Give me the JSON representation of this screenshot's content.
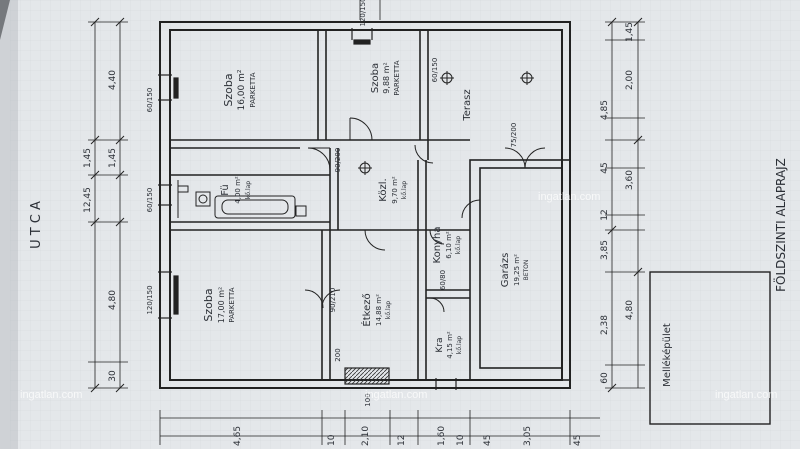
{
  "street_label": "U T C A",
  "plan_title": "FÖLDSZINTI ALAPRAJZ",
  "watermark": "ingatlan.com",
  "rooms": {
    "szoba_top": {
      "name": "Szoba",
      "area": "16,00 m²",
      "floor": "PARKETTA"
    },
    "szoba_small": {
      "name": "Szoba",
      "area": "9,88 m²",
      "floor": "PARKETTA"
    },
    "terasz": {
      "name": "Terasz"
    },
    "furdo": {
      "name": "Fü",
      "area": "4,00 m²",
      "floor": "kő.lap"
    },
    "kozl": {
      "name": "Közl.",
      "area": "9,70 m²",
      "floor": "kő.lap"
    },
    "konyha": {
      "name": "Konyha",
      "area": "6,10 m²",
      "floor": "kő.lap"
    },
    "garazs": {
      "name": "Garázs",
      "area": "19,25 m²",
      "floor": "BETON"
    },
    "szoba_bottom": {
      "name": "Szoba",
      "area": "17,00 m²",
      "floor": "PARKETTA"
    },
    "etkezo": {
      "name": "Étkező",
      "area": "14,88 m²",
      "floor": "kő.lap"
    },
    "kamra": {
      "name": "Kra",
      "area": "4,15 m²",
      "floor": "kő.lap"
    },
    "melleképület": {
      "name": "Melléképület"
    }
  },
  "dims": {
    "left_total": "12,45",
    "left_top": "4,40",
    "left_mid1": "1,45",
    "left_mid2": "1,45",
    "left_bottom": "4,80",
    "left_corner": "30",
    "right_top": "1,45",
    "right_2": "2,00",
    "right_3": "4,85",
    "right_4": "3,60",
    "right_5": "45",
    "right_6": "12",
    "right_7": "3,85",
    "right_8": "4,80",
    "right_9": "2,38",
    "right_10": "60",
    "bottom_1": "4,65",
    "bottom_2": "10",
    "bottom_3": "2,10",
    "bottom_4": "12",
    "bottom_5": "1,60",
    "bottom_6": "10",
    "bottom_7": "45",
    "bottom_8": "3,05",
    "bottom_9": "45",
    "win_top1": "60/150",
    "win_top2": "120/150",
    "win_bot1": "60/150",
    "win_bot2": "120/150",
    "door_1": "90/200",
    "door_2": "60/150",
    "door_3": "75/200",
    "door_4": "90/210",
    "door_5": "200",
    "door_6": "100",
    "door_7": "60/80"
  }
}
